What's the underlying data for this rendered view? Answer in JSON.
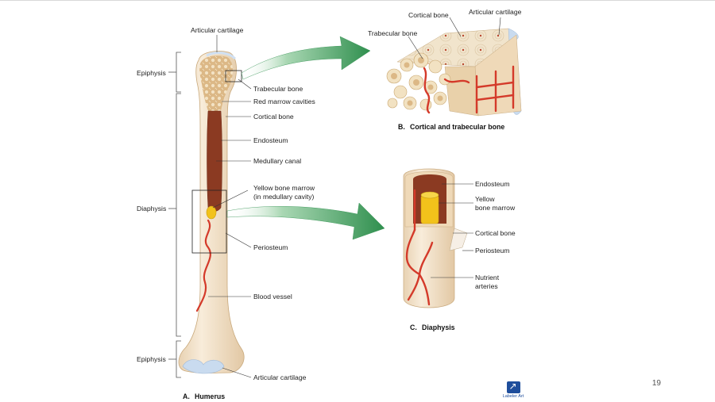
{
  "page_number": "19",
  "labeler_art": {
    "label": "Labeler Art",
    "icon": "labeler-art-icon"
  },
  "panel_a": {
    "caption_letter": "A.",
    "caption": "Humerus",
    "brackets": {
      "epiphysis_top": "Epiphysis",
      "diaphysis": "Diaphysis",
      "epiphysis_bottom": "Epiphysis"
    },
    "labels": {
      "articular_cartilage_top": "Articular cartilage",
      "trabecular_bone": "Trabecular bone",
      "red_marrow": "Red marrow cavities",
      "cortical_bone": "Cortical bone",
      "endosteum": "Endosteum",
      "medullary_canal": "Medullary canal",
      "yellow_marrow_1": "Yellow bone marrow",
      "yellow_marrow_2": "(in medullary cavity)",
      "periosteum": "Periosteum",
      "blood_vessel": "Blood vessel",
      "articular_cartilage_bottom": "Articular cartilage"
    }
  },
  "panel_b": {
    "caption_letter": "B.",
    "caption": "Cortical and trabecular bone",
    "labels": {
      "cortical_bone": "Cortical bone",
      "articular_cartilage": "Articular cartilage",
      "trabecular_bone": "Trabecular bone"
    }
  },
  "panel_c": {
    "caption_letter": "C.",
    "caption": "Diaphysis",
    "labels": {
      "endosteum": "Endosteum",
      "yellow_1": "Yellow",
      "yellow_2": "bone marrow",
      "cortical_bone": "Cortical bone",
      "periosteum": "Periosteum",
      "nutrient_1": "Nutrient",
      "nutrient_2": "arteries"
    }
  },
  "colors": {
    "bone": "#f3e3c8",
    "spongy": "#e6c89a",
    "marrow_red": "#8b3a22",
    "yellow_marrow": "#f2c21b",
    "vessel": "#d43a2a",
    "arrow_green": "#3d9a5a",
    "cartilage_blue": "#c9dbef"
  }
}
